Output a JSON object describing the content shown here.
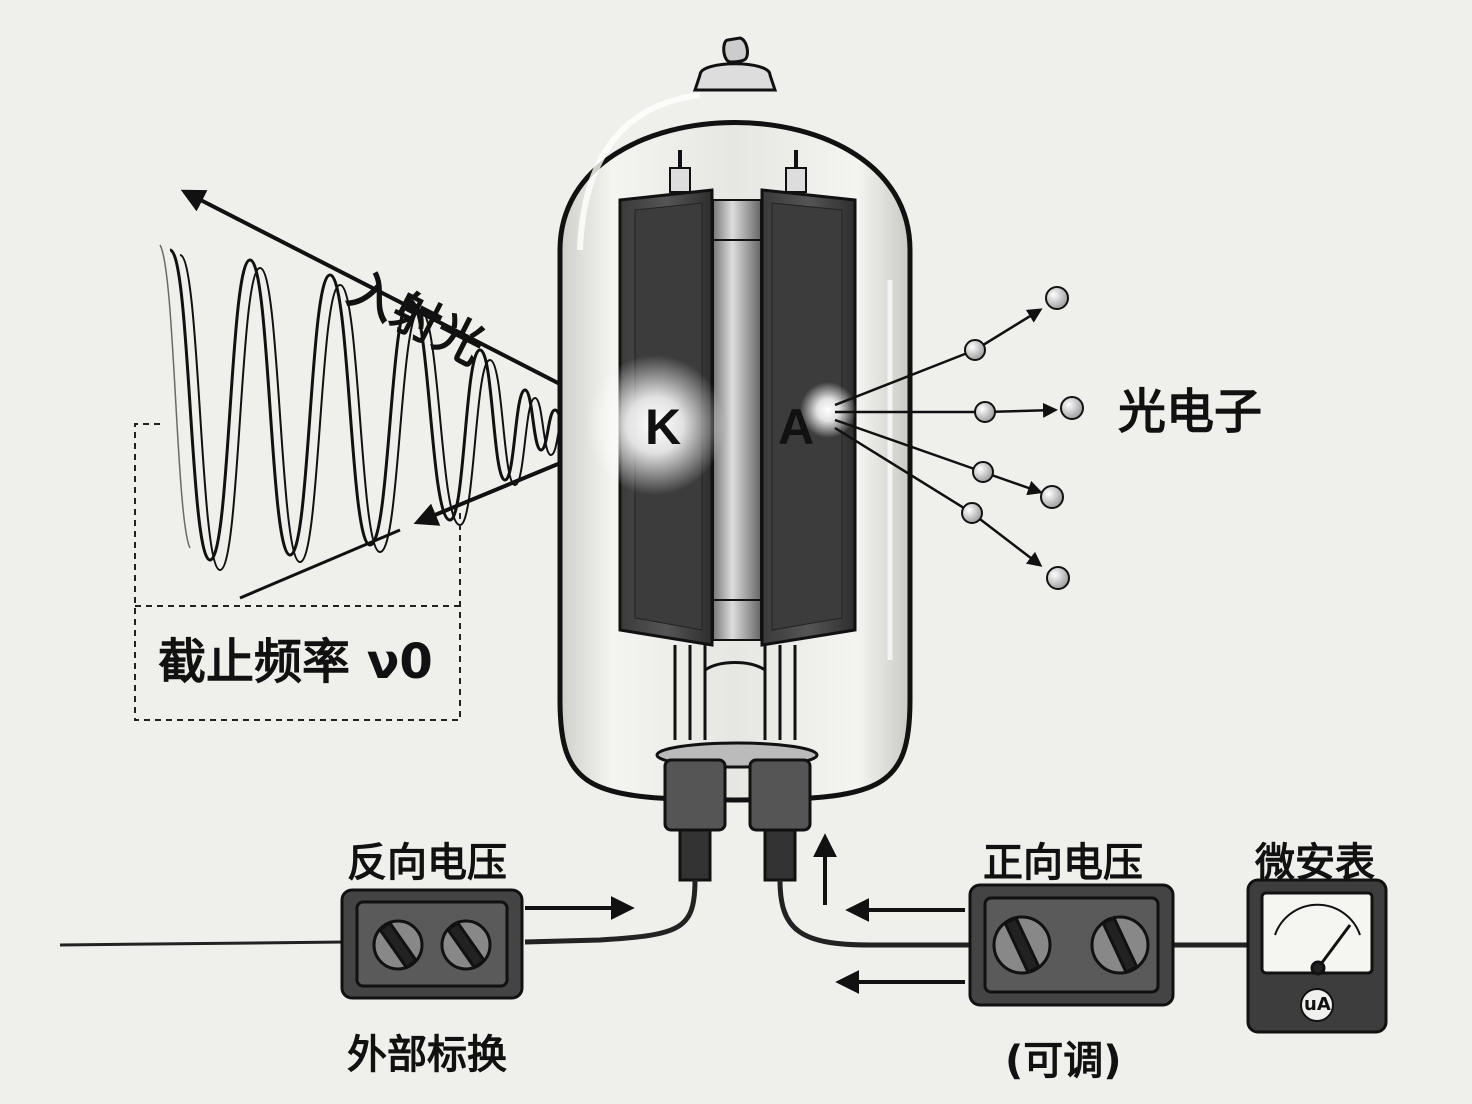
{
  "labels": {
    "incident_light": "入射光",
    "photoelectron": "光电子",
    "cutoff_frequency": "截止频率 ν0",
    "cathode": "K",
    "anode": "A",
    "reverse_voltage": "反向电压",
    "external_switch": "外部标换",
    "forward_voltage": "正向电压",
    "adjustable": "(可调)",
    "microammeter": "微安表",
    "meter_unit": "uA"
  }
}
